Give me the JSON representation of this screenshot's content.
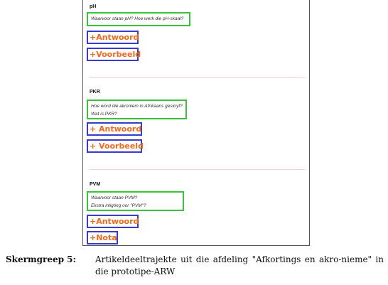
{
  "sections": [
    {
      "title": "pH",
      "question_lines": [
        "Waarvoor staan pH? Hoe werk die pH-skaal?"
      ],
      "buttons": [
        "+Antwoord",
        "+Voorbeeld"
      ]
    },
    {
      "title": "PKR",
      "question_lines": [
        "Hoe word die akroniem in Afrikaans geskryf?",
        "Wat is PKR?"
      ],
      "buttons": [
        "+ Antwoord",
        "+ Voorbeeld"
      ]
    },
    {
      "title": "PVM",
      "question_lines": [
        "Waarvoor staan PVM?",
        "Ekstra inligting oor \"PVM\"?"
      ],
      "buttons": [
        "+Antwoord",
        "+Nota"
      ]
    }
  ],
  "caption": {
    "label": "Skermgreep 5:",
    "text": "Artikeldeeltrajekte uit die afdeling \"Afkortings en akro-nieme\" in die prototipe-ARW"
  },
  "colors": {
    "question_border": "#3cc13c",
    "button_border": "#3a3acb",
    "button_text": "#f06a1d",
    "divider": "#f3d3d0"
  }
}
